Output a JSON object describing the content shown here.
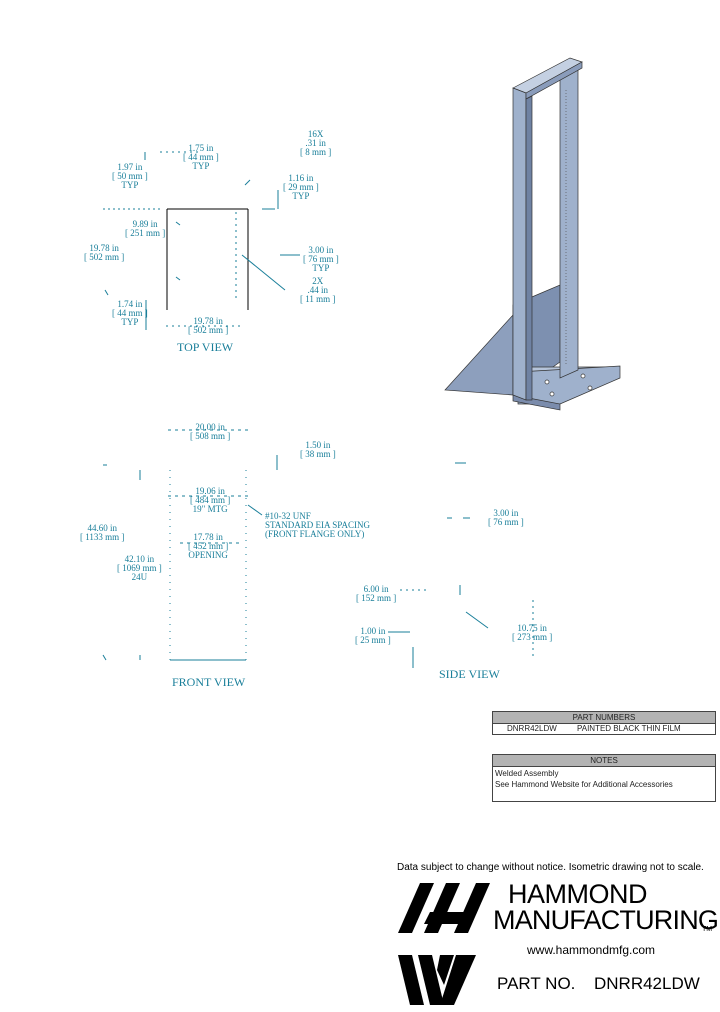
{
  "top_view": {
    "title": "TOP VIEW",
    "dims": {
      "d175": "1.75 in\n[ 44 mm ]\nTYP",
      "d197": "1.97 in\n[ 50 mm ]\nTYP",
      "hole16x": "16X\n.31 in\n[ 8 mm ]",
      "d116": "1.16 in\n[ 29 mm ]\nTYP",
      "d989": "9.89 in\n[ 251 mm ]",
      "d1978": "19.78 in\n[ 502 mm ]",
      "d300": "3.00 in\n[ 76 mm ]\nTYP",
      "hole2x": "2X\n.44 in\n[ 11 mm ]",
      "d174": "1.74 in\n[ 44 mm ]\nTYP",
      "d1978b": "19.78 in\n[ 502 mm ]"
    }
  },
  "front_view": {
    "title": "FRONT VIEW",
    "dims": {
      "d2000": "20.00 in\n[ 508 mm ]",
      "d150": "1.50 in\n[ 38 mm ]",
      "d1906": "19.06 in\n[ 484 mm ]\n19\" MTG",
      "hole_note": "#10-32 UNF\nSTANDARD EIA SPACING\n(FRONT FLANGE ONLY)",
      "d4460": "44.60 in\n[ 1133 mm ]",
      "d1778": "17.78 in\n[ 452 mm ]\nOPENING",
      "d4210": "42.10 in\n[ 1069 mm ]\n24U"
    }
  },
  "side_view": {
    "title": "SIDE VIEW",
    "dims": {
      "d300": "3.00 in\n[ 76 mm ]",
      "d600": "6.00 in\n[ 152 mm ]",
      "d100": "1.00 in\n[ 25 mm ]",
      "d1075": "10.75 in\n[ 273 mm ]"
    }
  },
  "part_numbers": {
    "header": "PART NUMBERS",
    "part": "DNRR42LDW",
    "finish": "PAINTED BLACK THIN FILM"
  },
  "notes": {
    "header": "NOTES",
    "line1": "Welded Assembly",
    "line2": "See Hammond Website for Additional Accessories"
  },
  "disclaimer": "Data subject to change without notice. Isometric drawing not to scale.",
  "brand": {
    "line1": "HAMMOND",
    "line2": "MANUFACTURING",
    "tm": "TM",
    "website": "www.hammondmfg.com",
    "part_label": "PART NO.",
    "part_value": "DNRR42LDW"
  },
  "colors": {
    "dimension": "#1a7f9a",
    "rack_face": "#9fb1cc",
    "rack_dark": "#6f82a3"
  }
}
